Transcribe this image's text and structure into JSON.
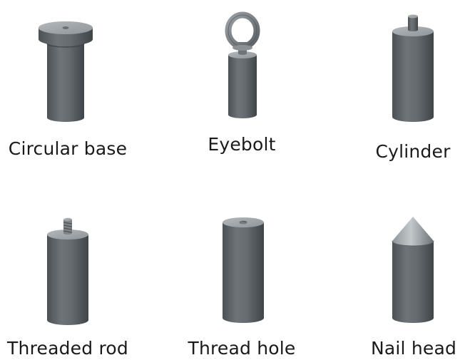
{
  "items": [
    {
      "label": "Circular base",
      "icon": "circular-base-icon"
    },
    {
      "label": "Eyebolt",
      "icon": "eyebolt-icon"
    },
    {
      "label": "Cylinder",
      "icon": "cylinder-icon"
    },
    {
      "label": "Threaded rod",
      "icon": "threaded-rod-icon"
    },
    {
      "label": "Thread hole",
      "icon": "thread-hole-icon"
    },
    {
      "label": "Nail head",
      "icon": "nail-head-icon"
    }
  ],
  "colors": {
    "metal_dark": "#4f5558",
    "metal_mid": "#6a7074",
    "metal_light": "#8d9397",
    "metal_top": "#a4aaae",
    "text": "#1a1a1a",
    "background": "#ffffff"
  }
}
